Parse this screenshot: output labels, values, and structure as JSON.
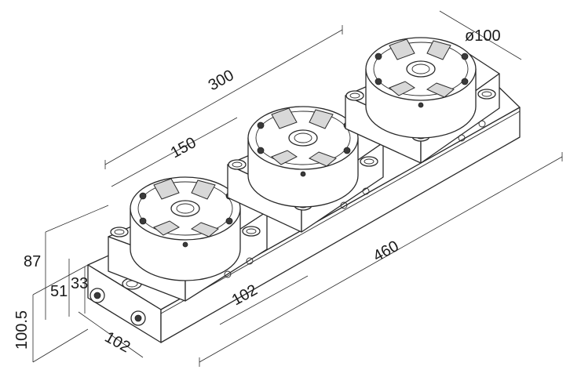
{
  "diagram": {
    "dimensions": {
      "length_300": "300",
      "pitch_150": "150",
      "diameter_100": "ø100",
      "length_460": "460",
      "width_102_top": "102",
      "width_102_bottom": "102",
      "height_87": "87",
      "height_51": "51",
      "height_33": "33",
      "height_100_5": "100.5"
    }
  }
}
